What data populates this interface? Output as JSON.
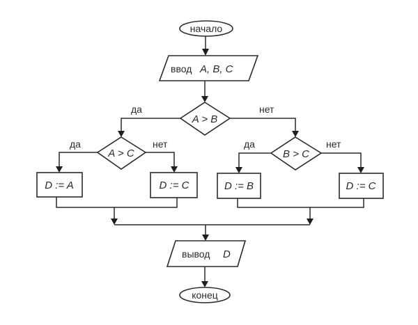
{
  "flowchart": {
    "start": {
      "label": "начало"
    },
    "input": {
      "label": "ввод",
      "vars": "A, B, C"
    },
    "decision_main": {
      "condition": "A > B",
      "yes": "да",
      "no": "нет"
    },
    "decision_left": {
      "condition": "A > C",
      "yes": "да",
      "no": "нет"
    },
    "decision_right": {
      "condition": "B > C",
      "yes": "да",
      "no": "нет"
    },
    "assign_a": {
      "label": "D := A"
    },
    "assign_c_left": {
      "label": "D := C"
    },
    "assign_b": {
      "label": "D := B"
    },
    "assign_c_right": {
      "label": "D := C"
    },
    "output": {
      "label": "вывод",
      "var": "D"
    },
    "end": {
      "label": "конец"
    }
  },
  "colors": {
    "stroke": "#2a2a2a",
    "background": "#ffffff"
  }
}
